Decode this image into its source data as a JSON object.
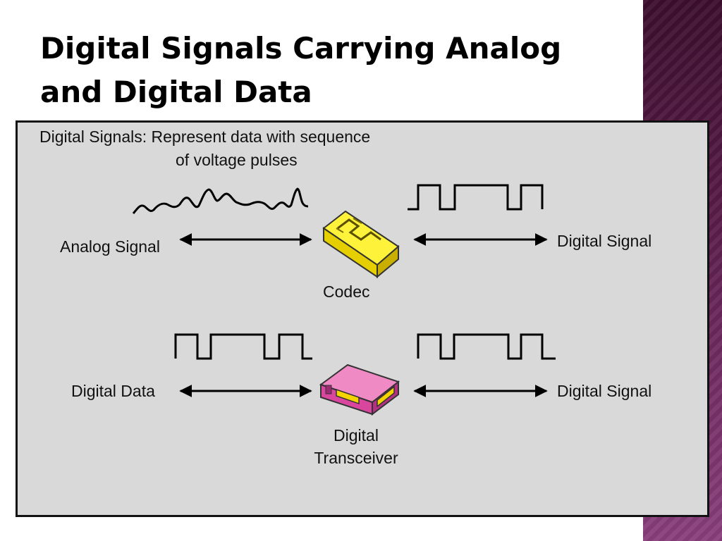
{
  "slide": {
    "title_line1": "Digital Signals Carrying Analog",
    "title_line2": "and Digital Data"
  },
  "figure": {
    "caption_line1": "Digital Signals: Represent data with sequence",
    "caption_line2": "of voltage pulses",
    "top_row": {
      "left_label": "Analog Signal",
      "right_label": "Digital Signal",
      "device_label": "Codec"
    },
    "bottom_row": {
      "left_label": "Digital Data",
      "right_label": "Digital Signal",
      "device_label_line1": "Digital",
      "device_label_line2": "Transceiver"
    }
  },
  "colors": {
    "accent_bar": "#5a1c4a",
    "figure_background": "#d9d9d9",
    "codec_yellow": "#f2e200",
    "transceiver_pink": "#d9469d"
  }
}
